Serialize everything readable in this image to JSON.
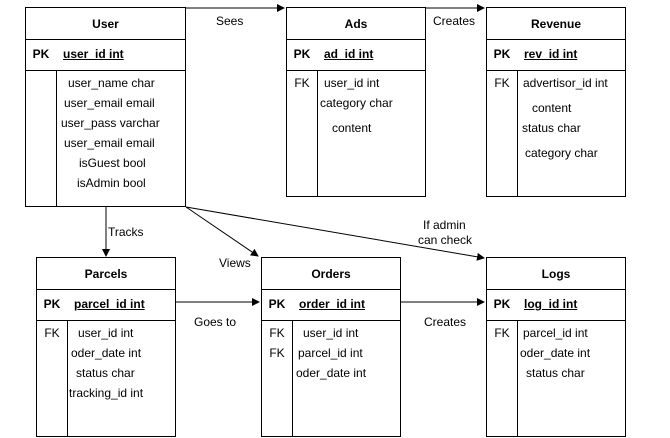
{
  "entities": {
    "user": {
      "title": "User",
      "pk_key": "PK",
      "pk_field": "user_id int",
      "fields": [
        "user_name char",
        "user_email email",
        "user_pass varchar",
        "user_email email",
        "isGuest bool",
        "isAdmin bool"
      ]
    },
    "ads": {
      "title": "Ads",
      "pk_key": "PK",
      "pk_field": "ad_id int",
      "fk_key": "FK",
      "fields": [
        "user_id int",
        "category char",
        "content"
      ]
    },
    "revenue": {
      "title": "Revenue",
      "pk_key": "PK",
      "pk_field": "rev_id int",
      "fk_key": "FK",
      "fields": [
        "advertisor_id int",
        "content",
        "status char",
        "category char"
      ]
    },
    "parcels": {
      "title": "Parcels",
      "pk_key": "PK",
      "pk_field": "parcel_id int",
      "fk_key": "FK",
      "fields": [
        "user_id int",
        "oder_date int",
        "status char",
        "tracking_id int"
      ]
    },
    "orders": {
      "title": "Orders",
      "pk_key": "PK",
      "pk_field": "order_id int",
      "fk_keys": [
        "FK",
        "FK"
      ],
      "fields": [
        "user_id int",
        "parcel_id int",
        "oder_date int"
      ]
    },
    "logs": {
      "title": "Logs",
      "pk_key": "PK",
      "pk_field": "log_id int",
      "fk_key": "FK",
      "fields": [
        "parcel_id int",
        "oder_date int",
        "status char"
      ]
    }
  },
  "relations": {
    "sees": "Sees",
    "creates_revenue": "Creates",
    "tracks": "Tracks",
    "views": "Views",
    "admin_check_line1": "If admin",
    "admin_check_line2": "can check",
    "goes_to": "Goes to",
    "creates_logs": "Creates"
  }
}
